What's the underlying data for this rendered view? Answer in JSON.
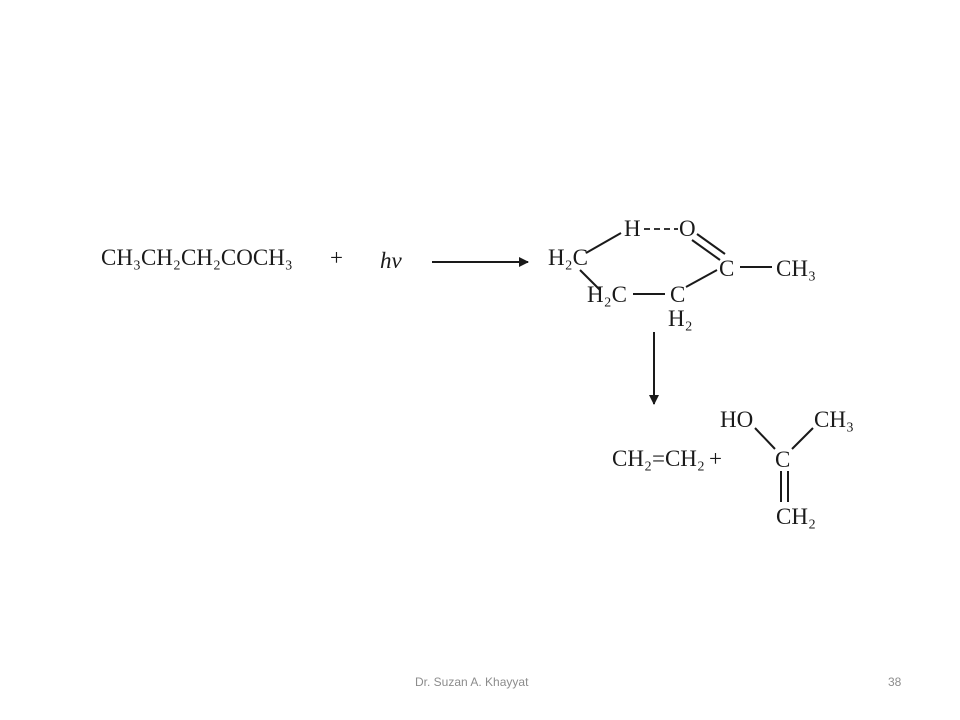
{
  "reactant": {
    "formula": "CH₃CH₂CH₂COCH₃",
    "plus": "+",
    "light": "hv"
  },
  "intermediate": {
    "h_atom": "H",
    "o_atom": "O",
    "ch2_a": "H₂C",
    "ch2_b": "H₂C",
    "c_ring": "C",
    "c_ring_h2": "H₂",
    "c_carbonyl": "C",
    "ch3": "CH₃"
  },
  "products": {
    "ethene": "CH₂=CH₂",
    "plus": "+",
    "ho": "HO",
    "ch3": "CH₃",
    "c_enol": "C",
    "ch2": "CH₂"
  },
  "footer": {
    "author": "Dr. Suzan A. Khayyat",
    "page": "38"
  }
}
